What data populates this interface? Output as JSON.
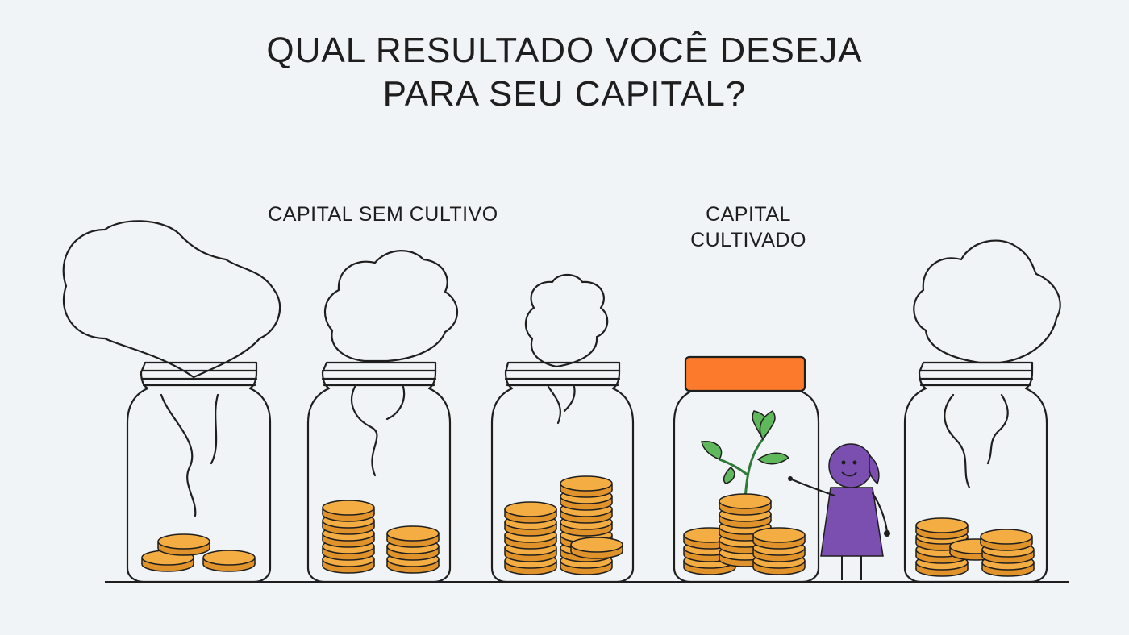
{
  "title": {
    "line1": "QUAL RESULTADO VOCÊ DESEJA",
    "line2": "PARA SEU CAPITAL?"
  },
  "labels": {
    "uncultivated": "CAPITAL SEM CULTIVO",
    "cultivated_line1": "CAPITAL",
    "cultivated_line2": "CULTIVADO"
  },
  "colors": {
    "background": "#f1f4f6",
    "coin": "#f2a83a",
    "coin_edge": "#c9791d",
    "lid": "#fb7a2c",
    "leaf": "#5fb85c",
    "person": "#7a4fb0",
    "outline": "#1e1e1e"
  },
  "icons": [
    "smoke-cloud-icon",
    "jar-icon",
    "coin-stack-icon",
    "sprout-icon",
    "person-icon"
  ]
}
